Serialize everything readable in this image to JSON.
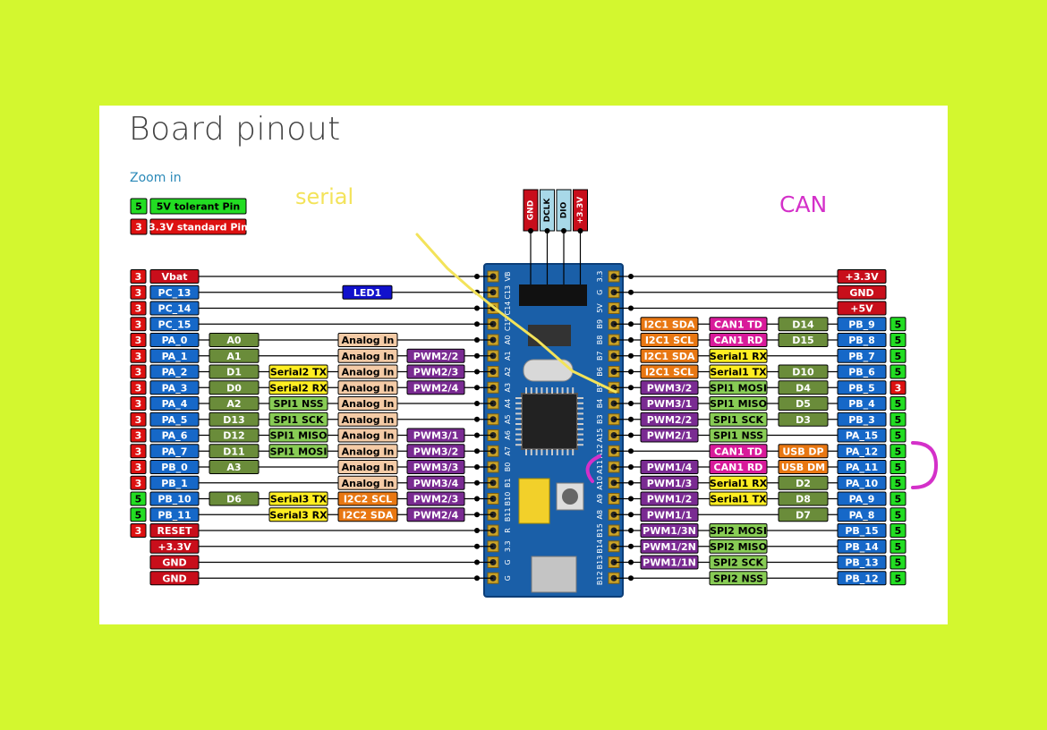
{
  "page": {
    "title": "Board pinout",
    "zoom_link": "Zoom in",
    "legend": [
      {
        "badge": "5",
        "text": "5V tolerant Pin",
        "color": "#22dd22"
      },
      {
        "badge": "3",
        "text": "3.3V standard Pin",
        "color": "#dd1111"
      }
    ],
    "annotation_serial": "serial",
    "annotation_can": "CAN"
  },
  "colors": {
    "background": "#d3f72f",
    "pin_red": "#c80e1b",
    "pin_blue": "#1668c8",
    "analog": "#f4cba6",
    "pwm": "#7a2b92",
    "green_box": "#6a8c3a",
    "spi": "#88cc55",
    "serial": "#ffee22",
    "i2c": "#e87712",
    "can": "#d81b9a",
    "led": "#1111cc",
    "badge_green": "#22dd22",
    "badge_red": "#dd1111",
    "annotation_magenta": "#d430c9",
    "annotation_yellow": "#f3e35a"
  },
  "header_pins": [
    "GND",
    "DCLK",
    "DIO",
    "+3.3V"
  ],
  "board": {
    "left_edge": [
      "VB",
      "C13",
      "C14",
      "C15",
      "A0",
      "A1",
      "A2",
      "A3",
      "A4",
      "A5",
      "A6",
      "A7",
      "B0",
      "B1",
      "B10",
      "B11",
      "R",
      "3.3",
      "G",
      "G"
    ],
    "right_edge": [
      "3.3",
      "G",
      "5V",
      "B9",
      "B8",
      "B7",
      "B6",
      "B5",
      "B4",
      "B3",
      "A15",
      "A12",
      "A11",
      "A10",
      "A9",
      "A8",
      "B15",
      "B14",
      "B13",
      "B12"
    ]
  },
  "left_pins": [
    {
      "badge": "3",
      "name": "Vbat",
      "tag": "red"
    },
    {
      "badge": "3",
      "name": "PC_13",
      "tag": "blue",
      "led": "LED1"
    },
    {
      "badge": "3",
      "name": "PC_14",
      "tag": "blue"
    },
    {
      "badge": "3",
      "name": "PC_15",
      "tag": "blue"
    },
    {
      "badge": "3",
      "name": "PA_0",
      "tag": "blue",
      "arduino": "A0",
      "analog": "Analog In"
    },
    {
      "badge": "3",
      "name": "PA_1",
      "tag": "blue",
      "arduino": "A1",
      "analog": "Analog In",
      "pwm": "PWM2/2"
    },
    {
      "badge": "3",
      "name": "PA_2",
      "tag": "blue",
      "arduino": "D1",
      "serial": "Serial2 TX",
      "analog": "Analog In",
      "pwm": "PWM2/3"
    },
    {
      "badge": "3",
      "name": "PA_3",
      "tag": "blue",
      "arduino": "D0",
      "serial": "Serial2 RX",
      "analog": "Analog In",
      "pwm": "PWM2/4"
    },
    {
      "badge": "3",
      "name": "PA_4",
      "tag": "blue",
      "arduino": "A2",
      "spi": "SPI1 NSS",
      "analog": "Analog In"
    },
    {
      "badge": "3",
      "name": "PA_5",
      "tag": "blue",
      "arduino": "D13",
      "spi": "SPI1 SCK",
      "analog": "Analog In"
    },
    {
      "badge": "3",
      "name": "PA_6",
      "tag": "blue",
      "arduino": "D12",
      "spi": "SPI1 MISO",
      "analog": "Analog In",
      "pwm": "PWM3/1"
    },
    {
      "badge": "3",
      "name": "PA_7",
      "tag": "blue",
      "arduino": "D11",
      "spi": "SPI1 MOSI",
      "analog": "Analog In",
      "pwm": "PWM3/2"
    },
    {
      "badge": "3",
      "name": "PB_0",
      "tag": "blue",
      "arduino": "A3",
      "analog": "Analog In",
      "pwm": "PWM3/3"
    },
    {
      "badge": "3",
      "name": "PB_1",
      "tag": "blue",
      "analog": "Analog In",
      "pwm": "PWM3/4"
    },
    {
      "badge": "5",
      "name": "PB_10",
      "tag": "blue",
      "arduino": "D6",
      "serial": "Serial3 TX",
      "i2c": "I2C2 SCL",
      "pwm": "PWM2/3"
    },
    {
      "badge": "5",
      "name": "PB_11",
      "tag": "blue",
      "serial": "Serial3 RX",
      "i2c": "I2C2 SDA",
      "pwm": "PWM2/4"
    },
    {
      "badge": "3",
      "name": "RESET",
      "tag": "red"
    },
    {
      "name": "+3.3V",
      "tag": "red"
    },
    {
      "name": "GND",
      "tag": "red"
    },
    {
      "name": "GND",
      "tag": "red"
    }
  ],
  "right_pins": [
    {
      "name": "+3.3V",
      "tag": "red"
    },
    {
      "name": "GND",
      "tag": "red"
    },
    {
      "name": "+5V",
      "tag": "red"
    },
    {
      "badge": "5",
      "name": "PB_9",
      "tag": "blue",
      "arduino": "D14",
      "can": "CAN1 TD",
      "i2c": "I2C1 SDA"
    },
    {
      "badge": "5",
      "name": "PB_8",
      "tag": "blue",
      "arduino": "D15",
      "can": "CAN1 RD",
      "i2c": "I2C1 SCL"
    },
    {
      "badge": "5",
      "name": "PB_7",
      "tag": "blue",
      "serial": "Serial1 RX",
      "i2c": "I2C1 SDA"
    },
    {
      "badge": "5",
      "name": "PB_6",
      "tag": "blue",
      "arduino": "D10",
      "serial": "Serial1 TX",
      "i2c": "I2C1 SCL"
    },
    {
      "badge": "3",
      "name": "PB_5",
      "tag": "blue",
      "arduino": "D4",
      "spi": "SPI1 MOSI",
      "pwm": "PWM3/2"
    },
    {
      "badge": "5",
      "name": "PB_4",
      "tag": "blue",
      "arduino": "D5",
      "spi": "SPI1 MISO",
      "pwm": "PWM3/1"
    },
    {
      "badge": "5",
      "name": "PB_3",
      "tag": "blue",
      "arduino": "D3",
      "spi": "SPI1 SCK",
      "pwm": "PWM2/2"
    },
    {
      "badge": "5",
      "name": "PA_15",
      "tag": "blue",
      "spi": "SPI1 NSS",
      "pwm": "PWM2/1"
    },
    {
      "badge": "5",
      "name": "PA_12",
      "tag": "blue",
      "usb": "USB DP",
      "can": "CAN1 TD"
    },
    {
      "badge": "5",
      "name": "PA_11",
      "tag": "blue",
      "usb": "USB DM",
      "can": "CAN1 RD",
      "pwm": "PWM1/4"
    },
    {
      "badge": "5",
      "name": "PA_10",
      "tag": "blue",
      "arduino": "D2",
      "serial": "Serial1 RX",
      "pwm": "PWM1/3"
    },
    {
      "badge": "5",
      "name": "PA_9",
      "tag": "blue",
      "arduino": "D8",
      "serial": "Serial1 TX",
      "pwm": "PWM1/2"
    },
    {
      "badge": "5",
      "name": "PA_8",
      "tag": "blue",
      "arduino": "D7",
      "pwm": "PWM1/1"
    },
    {
      "badge": "5",
      "name": "PB_15",
      "tag": "blue",
      "spi": "SPI2 MOSI",
      "pwm": "PWM1/3N"
    },
    {
      "badge": "5",
      "name": "PB_14",
      "tag": "blue",
      "spi": "SPI2 MISO",
      "pwm": "PWM1/2N"
    },
    {
      "badge": "5",
      "name": "PB_13",
      "tag": "blue",
      "spi": "SPI2 SCK",
      "pwm": "PWM1/1N"
    },
    {
      "badge": "5",
      "name": "PB_12",
      "tag": "blue",
      "spi": "SPI2 NSS"
    }
  ]
}
